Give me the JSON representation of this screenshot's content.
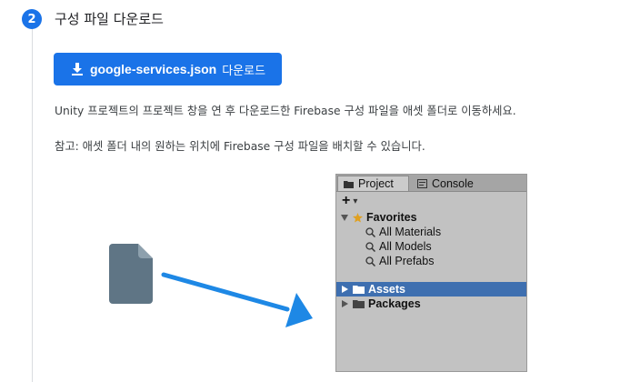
{
  "step": {
    "number": "2",
    "title": "구성 파일 다운로드"
  },
  "download_button": {
    "filename": "google-services.json",
    "suffix": "다운로드"
  },
  "paragraphs": {
    "instructions": "Unity 프로젝트의 프로젝트 창을 연 후 다운로드한 Firebase 구성 파일을 애셋 폴더로 이동하세요.",
    "note": "참고: 애셋 폴더 내의 원하는 위치에 Firebase 구성 파일을 배치할 수 있습니다."
  },
  "unity_panel": {
    "tabs": {
      "project": "Project",
      "console": "Console"
    },
    "toolbar": {
      "add": "+",
      "dropdown": "▾"
    },
    "tree": {
      "favorites": "Favorites",
      "all_materials": "All Materials",
      "all_models": "All Models",
      "all_prefabs": "All Prefabs",
      "assets": "Assets",
      "packages": "Packages"
    }
  },
  "colors": {
    "accent": "#1a73e8",
    "arrow": "#1e88e5",
    "file_icon": "#5f7585",
    "selection": "#3e6fb0",
    "favorite_star": "#e0a020"
  },
  "icons": [
    "download-icon",
    "file-icon",
    "arrow-icon",
    "folder-icon",
    "console-icon",
    "star-icon",
    "search-icon",
    "triangle-right-icon",
    "triangle-down-icon"
  ]
}
